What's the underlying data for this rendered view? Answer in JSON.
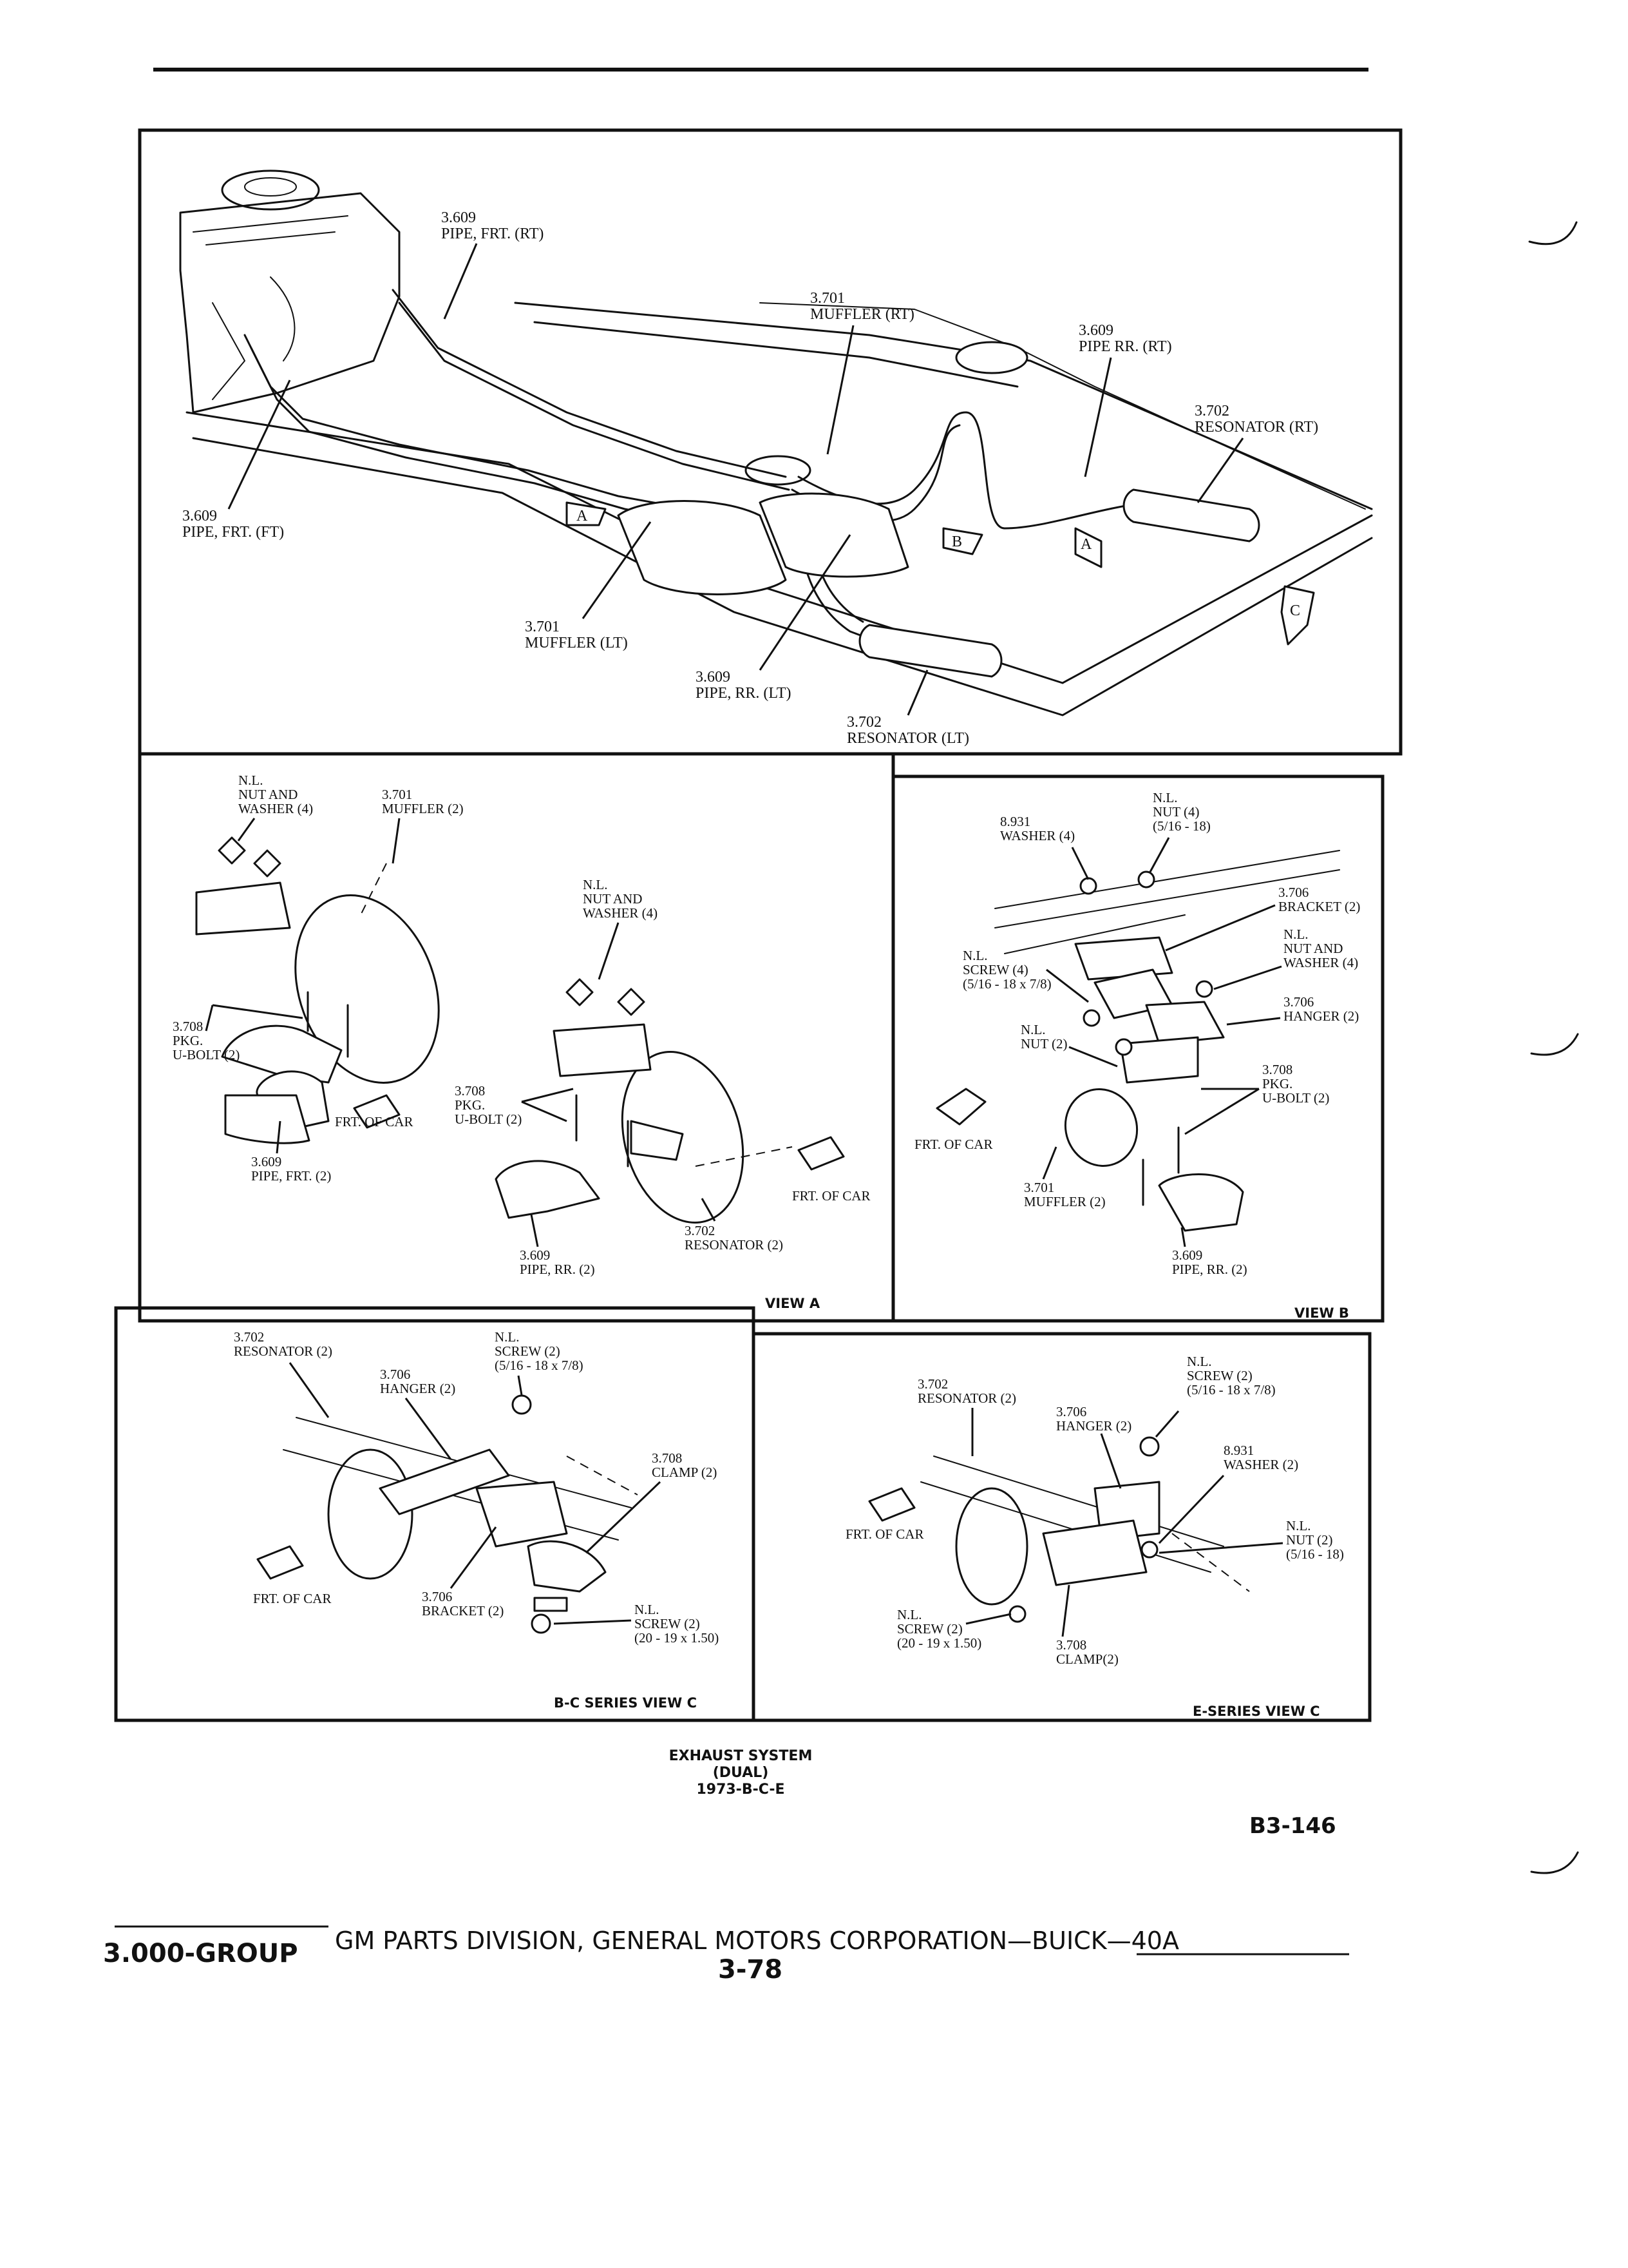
{
  "main_view": {
    "labels": {
      "pipe_frt_rt_num": "3.609",
      "pipe_frt_rt_name": "PIPE, FRT. (RT)",
      "muffler_rt_num": "3.701",
      "muffler_rt_name": "MUFFLER (RT)",
      "pipe_rr_rt_num": "3.609",
      "pipe_rr_rt_name": "PIPE RR. (RT)",
      "resonator_rt_num": "3.702",
      "resonator_rt_name": "RESONATOR (RT)",
      "pipe_frt_ft_num": "3.609",
      "pipe_frt_ft_name": "PIPE, FRT. (FT)",
      "muffler_lt_num": "3.701",
      "muffler_lt_name": "MUFFLER (LT)",
      "pipe_rr_lt_num": "3.609",
      "pipe_rr_lt_name": "PIPE, RR. (LT)",
      "resonator_lt_num": "3.702",
      "resonator_lt_name": "RESONATOR (LT)"
    },
    "view_markers": [
      "A",
      "B",
      "A",
      "C"
    ]
  },
  "view_a": {
    "title": "VIEW A",
    "left": {
      "nut_nl": "N.L.",
      "nut_1": "NUT AND",
      "nut_2": "WASHER (4)",
      "muffler_num": "3.701",
      "muffler_name": "MUFFLER (2)",
      "ubolt_num": "3.708",
      "ubolt_1": "PKG.",
      "ubolt_2": "U-BOLT (2)",
      "frt": "FRT. OF CAR",
      "pipe_num": "3.609",
      "pipe_name": "PIPE, FRT. (2)"
    },
    "right": {
      "nut_nl": "N.L.",
      "nut_1": "NUT AND",
      "nut_2": "WASHER (4)",
      "ubolt_num": "3.708",
      "ubolt_1": "PKG.",
      "ubolt_2": "U-BOLT (2)",
      "frt": "FRT. OF CAR",
      "res_num": "3.702",
      "res_name": "RESONATOR (2)",
      "pipe_num": "3.609",
      "pipe_name": "PIPE, RR. (2)"
    }
  },
  "view_b": {
    "title": "VIEW B",
    "washer_num": "8.931",
    "washer_name": "WASHER (4)",
    "nut_nl": "N.L.",
    "nut_1": "NUT (4)",
    "nut_2": "(5/16 - 18)",
    "bracket_num": "3.706",
    "bracket_name": "BRACKET (2)",
    "screw_nl": "N.L.",
    "screw_1": "SCREW (4)",
    "screw_2": "(5/16 - 18 x 7/8)",
    "nutw_nl": "N.L.",
    "nutw_1": "NUT AND",
    "nutw_2": "WASHER (4)",
    "hanger_num": "3.706",
    "hanger_name": "HANGER (2)",
    "nut2_nl": "N.L.",
    "nut2_1": "NUT (2)",
    "ubolt_num": "3.708",
    "ubolt_1": "PKG.",
    "ubolt_2": "U-BOLT (2)",
    "frt": "FRT. OF CAR",
    "muffler_num": "3.701",
    "muffler_name": "MUFFLER (2)",
    "pipe_num": "3.609",
    "pipe_name": "PIPE, RR. (2)"
  },
  "view_c_bc": {
    "title": "B-C SERIES VIEW C",
    "res_num": "3.702",
    "res_name": "RESONATOR (2)",
    "screw_nl": "N.L.",
    "screw_1": "SCREW (2)",
    "screw_2": "(5/16 - 18 x 7/8)",
    "hanger_num": "3.706",
    "hanger_name": "HANGER (2)",
    "clamp_num": "3.708",
    "clamp_name": "CLAMP (2)",
    "frt": "FRT. OF CAR",
    "bracket_num": "3.706",
    "bracket_name": "BRACKET (2)",
    "screw2_nl": "N.L.",
    "screw2_1": "SCREW (2)",
    "screw2_2": "(20 - 19 x 1.50)"
  },
  "view_c_e": {
    "title": "E-SERIES VIEW C",
    "res_num": "3.702",
    "res_name": "RESONATOR (2)",
    "screw_nl": "N.L.",
    "screw_1": "SCREW (2)",
    "screw_2": "(5/16 - 18 x 7/8)",
    "hanger_num": "3.706",
    "hanger_name": "HANGER (2)",
    "washer_num": "8.931",
    "washer_name": "WASHER (2)",
    "frt": "FRT. OF CAR",
    "nut_nl": "N.L.",
    "nut_1": "NUT (2)",
    "nut_2": "(5/16 - 18)",
    "screw2_nl": "N.L.",
    "screw2_1": "SCREW (2)",
    "screw2_2": "(20 - 19 x 1.50)",
    "clamp_num": "3.708",
    "clamp_name": "CLAMP(2)"
  },
  "caption": {
    "line1": "EXHAUST SYSTEM",
    "line2": "(DUAL)",
    "line3": "1973-B-C-E"
  },
  "code": "B3-146",
  "footer": {
    "group": "3.000-GROUP",
    "division": "GM PARTS DIVISION, GENERAL MOTORS CORPORATION—BUICK—40A",
    "page": "3-78"
  }
}
